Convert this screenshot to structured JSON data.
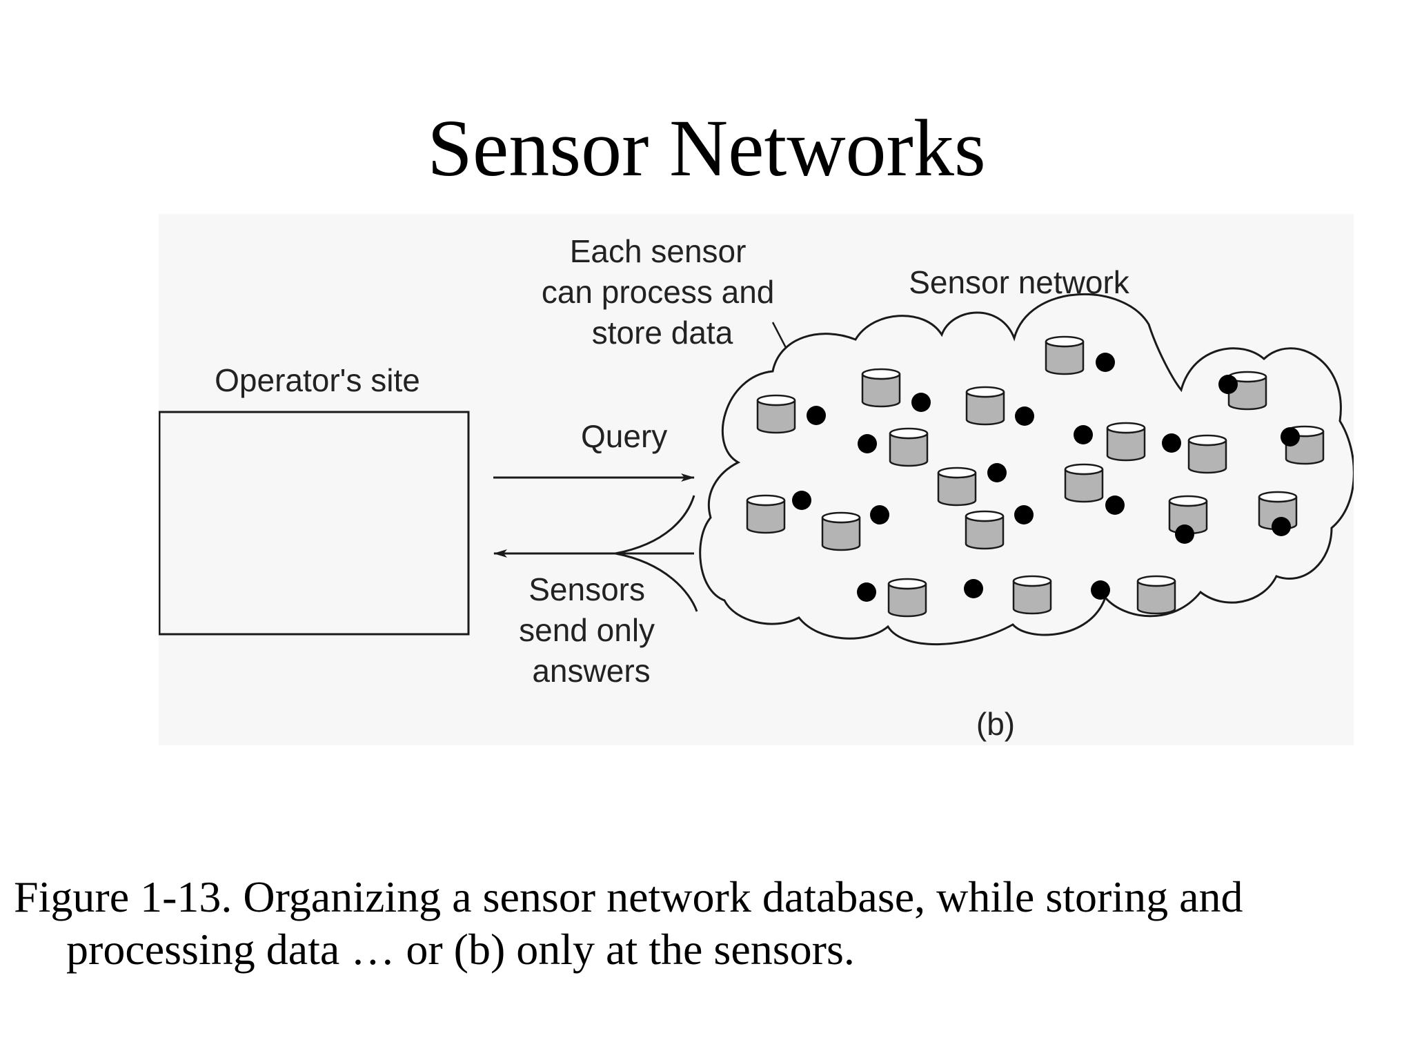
{
  "slide": {
    "title": "Sensor Networks",
    "caption": "Figure 1-13. Organizing a sensor network database, while storing and processing data … or (b) only at the sensors."
  },
  "diagram": {
    "operator_label": "Operator's site",
    "network_label": "Sensor network",
    "sensor_note": [
      "Each sensor",
      "can process and",
      "store data"
    ],
    "query_label": "Query",
    "answers_label": [
      "Sensors",
      "send only",
      "answers"
    ],
    "panel_label": "(b)"
  },
  "colors": {
    "sensor_fill": "#b4b4b4",
    "stroke": "#1a1a1a",
    "panel_background": "#f7f7f7"
  }
}
